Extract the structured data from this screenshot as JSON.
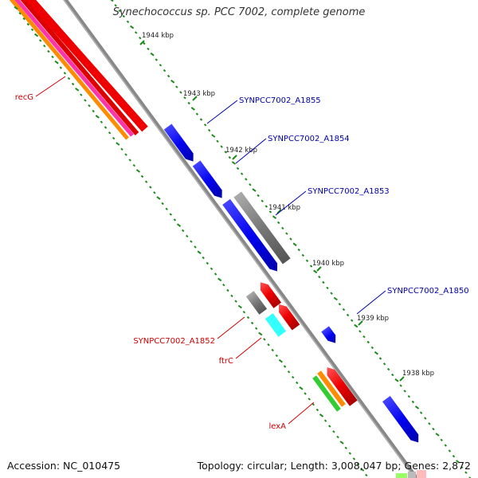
{
  "title": "Synechococcus sp. PCC 7002, complete genome",
  "footer": {
    "accession": "Accession: NC_010475",
    "summary": "Topology: circular; Length: 3,008,047 bp; Genes: 2,872"
  },
  "ticks": [
    "1944 kbp",
    "1943 kbp",
    "1942 kbp",
    "1941 kbp",
    "1940 kbp",
    "1939 kbp",
    "1938 kbp"
  ],
  "gene_labels": [
    {
      "name": "recG",
      "color": "#cc0000"
    },
    {
      "name": "SYNPCC7002_A1855",
      "color": "#0000aa"
    },
    {
      "name": "SYNPCC7002_A1854",
      "color": "#0000aa"
    },
    {
      "name": "SYNPCC7002_A1853",
      "color": "#0000aa"
    },
    {
      "name": "SYNPCC7002_A1850",
      "color": "#0000aa"
    },
    {
      "name": "SYNPCC7002_A1852",
      "color": "#cc0000"
    },
    {
      "name": "ftrC",
      "color": "#cc0000"
    },
    {
      "name": "lexA",
      "color": "#cc0000"
    }
  ],
  "colors": {
    "backbone": "#888888",
    "scale_green": "#1b8a1b",
    "forward_gene": "#0000ee",
    "reverse_gene": "#ee0000",
    "pseudo_gray": "#777777",
    "cyan": "#33ffff",
    "orange": "#ff8c00",
    "magenta": "#ff33aa",
    "green": "#33cc33"
  }
}
